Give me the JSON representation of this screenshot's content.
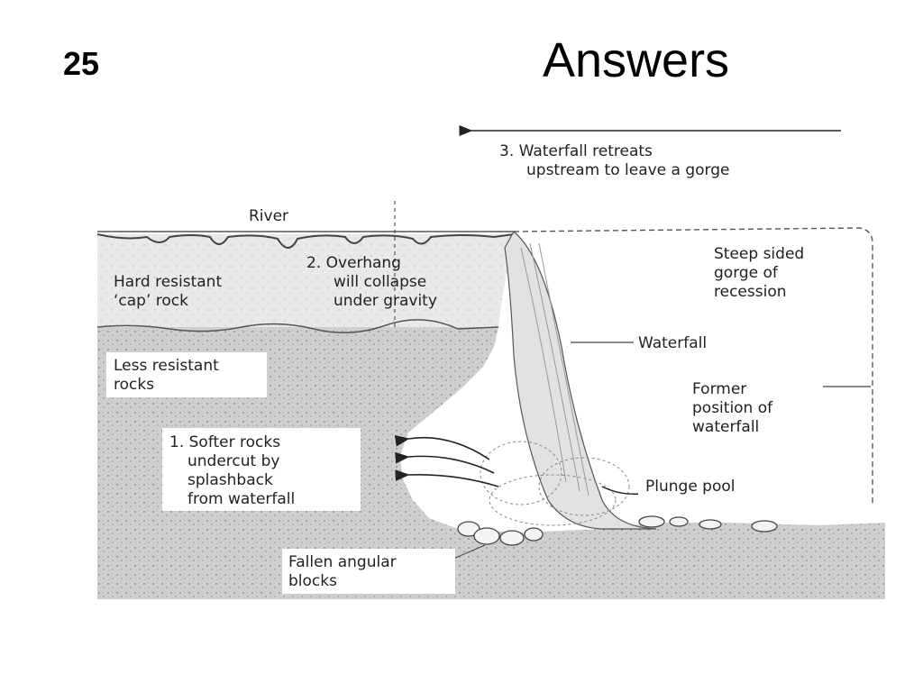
{
  "slide": {
    "number": "25",
    "title": "Answers"
  },
  "diagram": {
    "step3": [
      "3. Waterfall retreats",
      "upstream to leave a gorge"
    ],
    "river": "River",
    "cap_rock": [
      "Hard resistant",
      "‘cap’ rock"
    ],
    "step2": [
      "2. Overhang",
      "will collapse",
      "under gravity"
    ],
    "gorge": [
      "Steep sided",
      "gorge of",
      "recession"
    ],
    "waterfall": "Waterfall",
    "less_resistant": [
      "Less resistant",
      "rocks"
    ],
    "former_position": [
      "Former",
      "position of",
      "waterfall"
    ],
    "step1": [
      "1. Softer rocks",
      "undercut by",
      "splashback",
      "from waterfall"
    ],
    "plunge_pool": "Plunge pool",
    "fallen_blocks": [
      "Fallen angular",
      "blocks"
    ]
  },
  "colors": {
    "rock_fill": "#c9c9c9",
    "water": "#e4e4e4",
    "ink": "#222222"
  }
}
